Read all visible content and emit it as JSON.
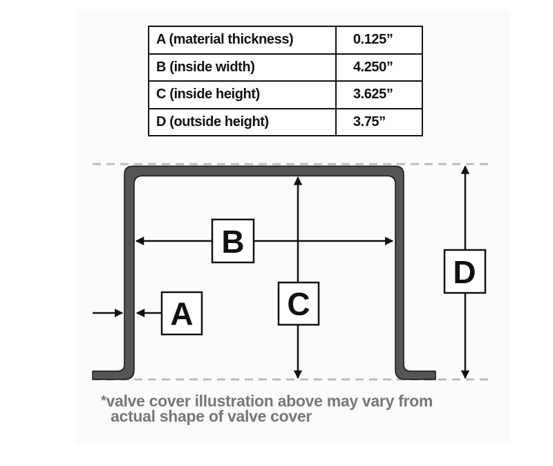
{
  "specs": [
    {
      "label": "A (material thickness)",
      "value": "0.125”"
    },
    {
      "label": "B (inside width)",
      "value": "4.250”"
    },
    {
      "label": "C (inside height)",
      "value": "3.625”"
    },
    {
      "label": "D (outside height)",
      "value": "3.75”"
    }
  ],
  "dimensions": {
    "a": "A",
    "b": "B",
    "c": "C",
    "d": "D"
  },
  "note": {
    "asterisk": "*",
    "line1": "valve cover illustration above may vary from",
    "line2": "actual shape of valve cover"
  },
  "colors": {
    "profile_fill": "#555555",
    "outline": "#111111",
    "guide_dash": "#bbbbbb",
    "note_text": "#777777"
  }
}
